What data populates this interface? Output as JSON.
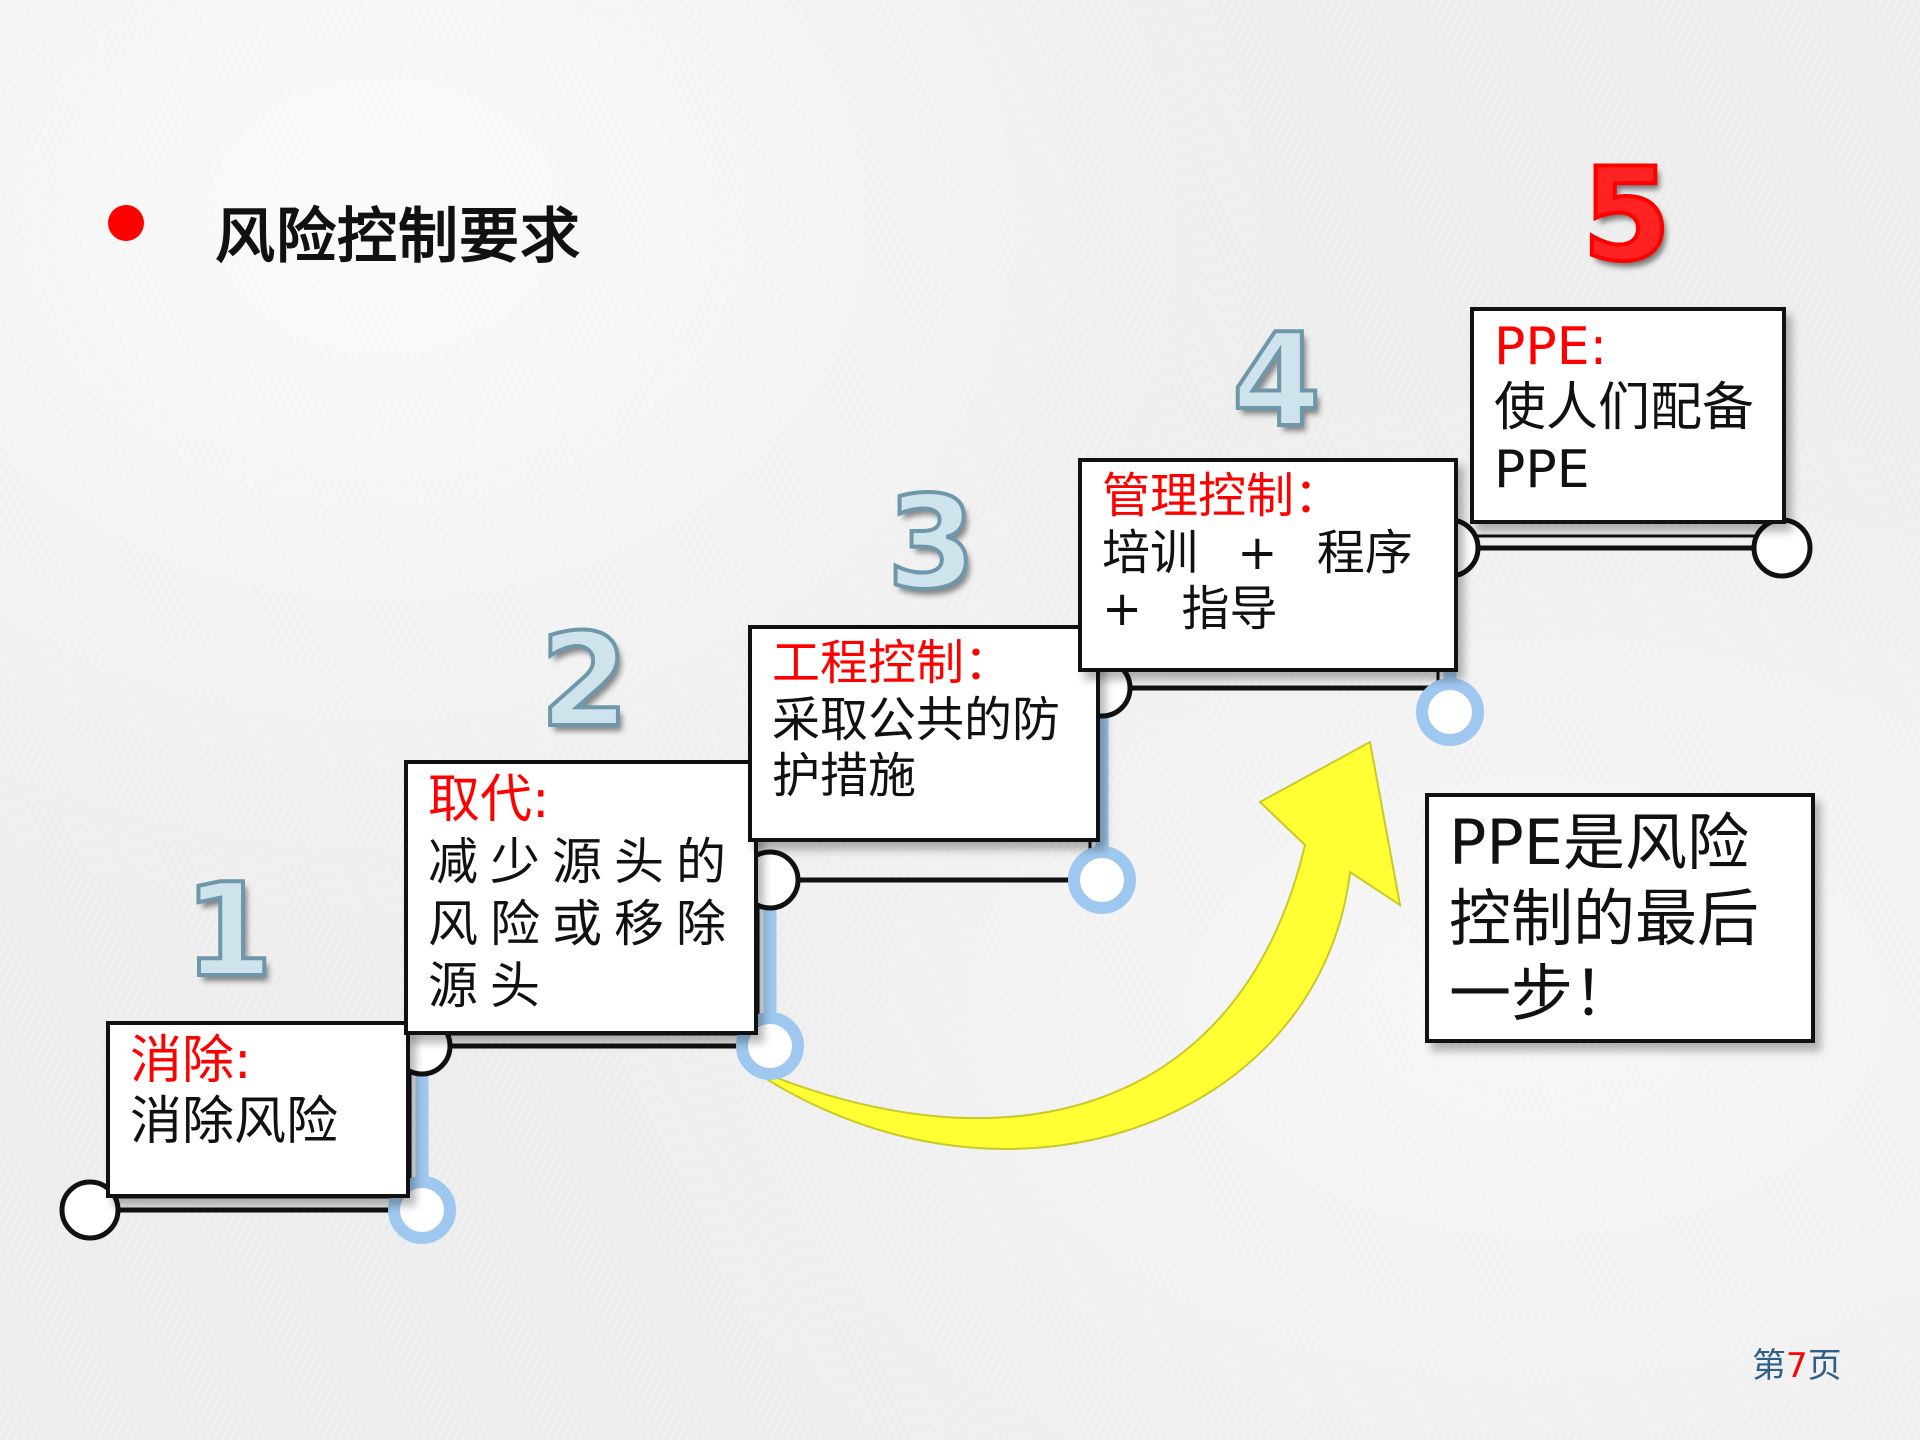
{
  "heading": {
    "title": "风险控制要求"
  },
  "steps": [
    {
      "number": "1",
      "title": "消除:",
      "desc": "消除风险"
    },
    {
      "number": "2",
      "title": "取代:",
      "desc": "减少源头的风险或移除源头"
    },
    {
      "number": "3",
      "title": "工程控制：",
      "desc": "采取公共的防护措施"
    },
    {
      "number": "4",
      "title": "管理控制：",
      "desc": "培训 + 程序 + 指导"
    },
    {
      "number": "5",
      "title": "PPE:",
      "desc_line1": "使人们配备",
      "desc_line2": "PPE"
    }
  ],
  "note": {
    "line1": "PPE是风险",
    "line2": "控制的最后",
    "line3": "一步！"
  },
  "footer": {
    "page_prefix": "第",
    "page_number": "7",
    "page_suffix": "页"
  },
  "colors": {
    "accent": "#ff0000",
    "connector": "#9ec8ef",
    "arrow": "#ffff33",
    "text": "#111111"
  }
}
